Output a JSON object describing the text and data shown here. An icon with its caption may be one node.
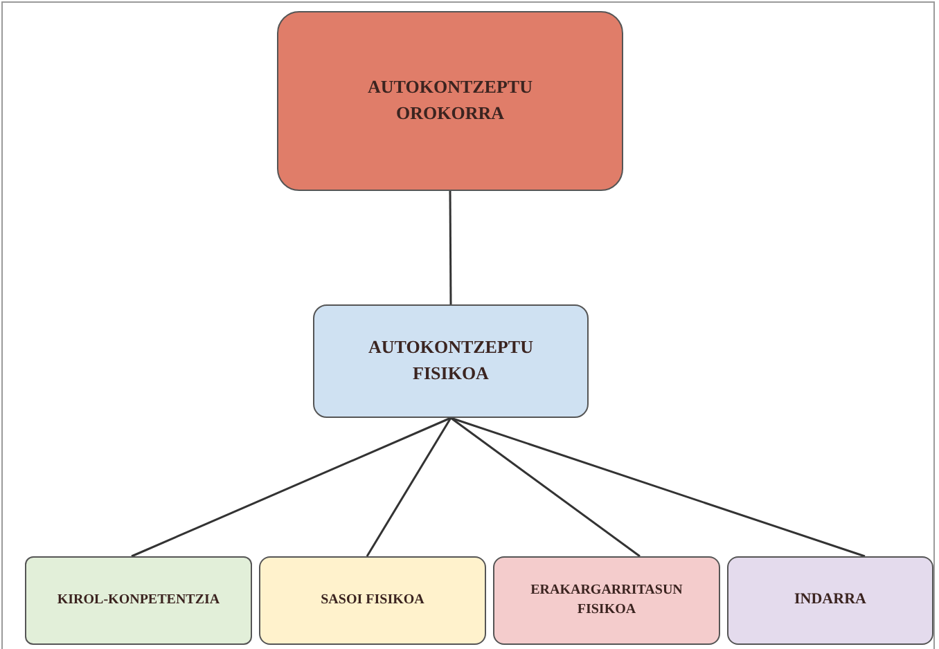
{
  "diagram": {
    "nodes": [
      {
        "text": [
          "AUTOKONTZEPTU OROKORRA"
        ]
      },
      {
        "text": [
          "AUTOKONTZEPTU FISIKOA"
        ]
      },
      {
        "text": [
          "KIROL-KONPETENTZIA"
        ]
      },
      {
        "text": [
          "SASOI FISIKOA"
        ]
      },
      {
        "text": [
          "ERAKARGARRITASUN FISIKOA"
        ]
      },
      {
        "text": [
          "INDARRA"
        ]
      }
    ],
    "edges": [
      {
        "from": 0,
        "to": 1,
        "arrow": "none"
      },
      {
        "from": 1,
        "to": 2,
        "arrow": "none"
      },
      {
        "from": 1,
        "to": 3,
        "arrow": "none"
      },
      {
        "from": 1,
        "to": 4,
        "arrow": "none"
      },
      {
        "from": 1,
        "to": 5,
        "arrow": "none"
      }
    ]
  }
}
